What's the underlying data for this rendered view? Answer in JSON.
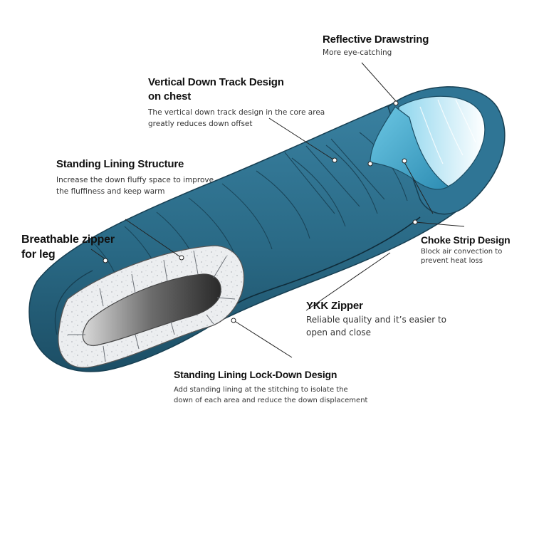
{
  "colors": {
    "shell": "#2a6a86",
    "shell_dark": "#1c4e65",
    "shell_light": "#3d88a8",
    "lining": "#4fb4d6",
    "insulation": "#ecedef",
    "leader": "#222222"
  },
  "callouts": [
    {
      "id": "reflective",
      "title": "Reflective Drawstring",
      "desc": [
        "More eye-catching"
      ]
    },
    {
      "id": "vertical",
      "title": [
        "Vertical Down Track Design",
        "on chest"
      ],
      "desc": [
        "The vertical down track design in the core area",
        "greatly reduces down offset"
      ]
    },
    {
      "id": "standing",
      "title": "Standing Lining Structure",
      "desc": [
        "Increase the down fluffy space to improve",
        "the fluffiness and keep warm"
      ]
    },
    {
      "id": "breathable",
      "title": [
        "Breathable zipper",
        "for leg"
      ],
      "desc": []
    },
    {
      "id": "choke",
      "title": "Choke Strip Design",
      "desc": [
        "Block air convection to",
        "prevent heat loss"
      ]
    },
    {
      "id": "ykk",
      "title": "YKK Zipper",
      "desc": [
        "Reliable quality and it’s easier to",
        "open and close"
      ]
    },
    {
      "id": "lockdown",
      "title": "Standing Lining Lock-Down Design",
      "desc": [
        "Add standing lining at the stitching to isolate the",
        "down of each area and reduce the down displacement"
      ]
    }
  ]
}
